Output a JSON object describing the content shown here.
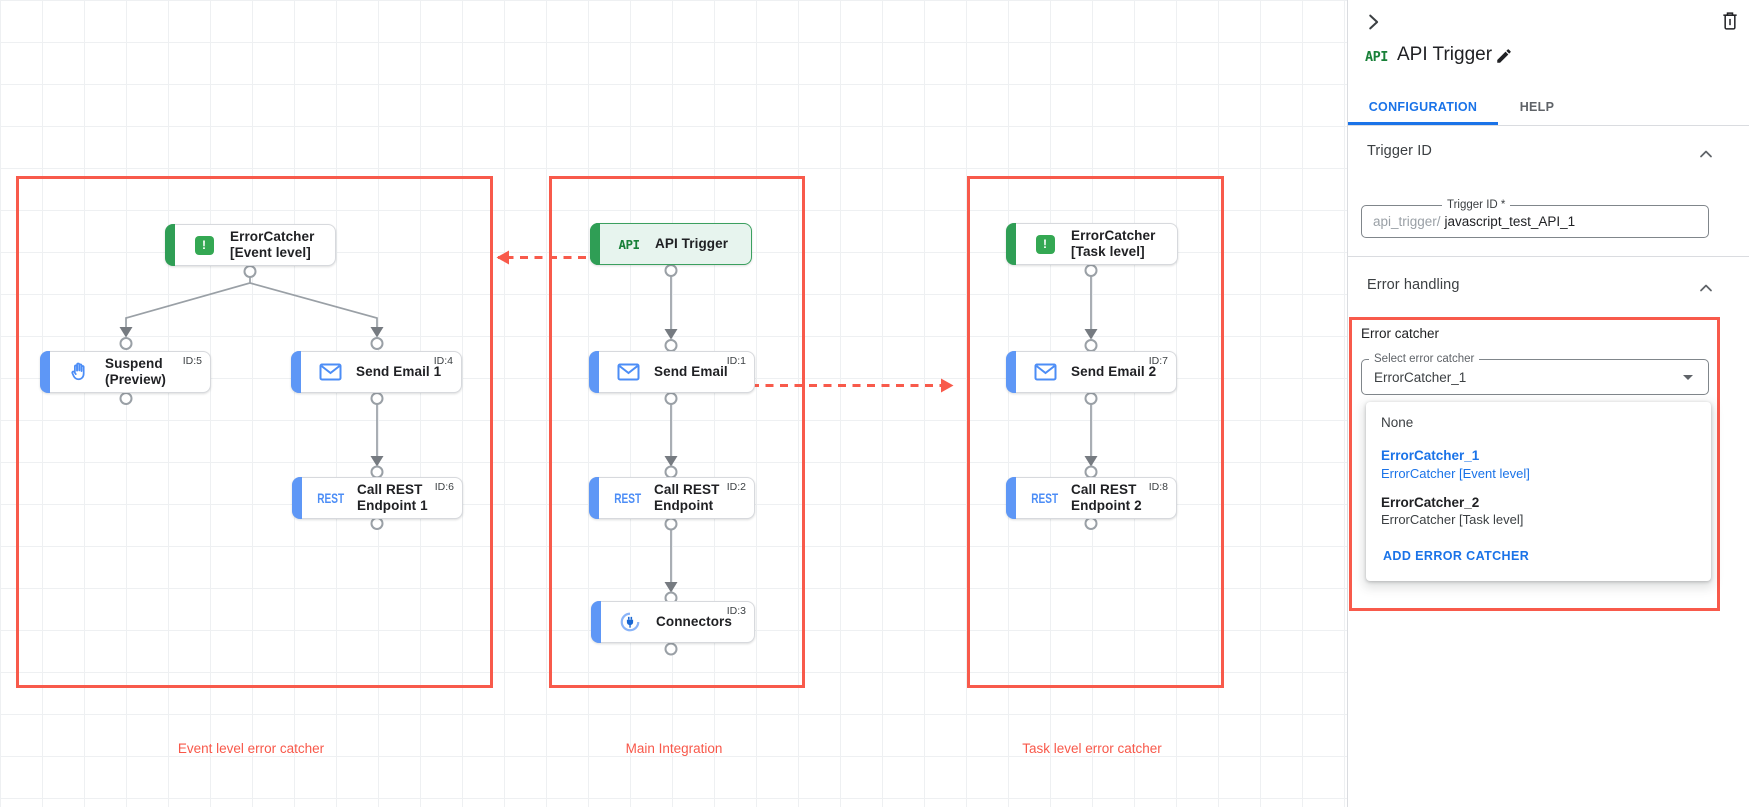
{
  "canvas": {
    "groups": [
      {
        "label": "Event level error catcher"
      },
      {
        "label": "Main Integration"
      },
      {
        "label": "Task level error catcher"
      }
    ],
    "nodes": [
      {
        "title": "ErrorCatcher",
        "subtitle": "[Event level]"
      },
      {
        "title": "Suspend",
        "subtitle": "(Preview)",
        "task_id": "ID:5"
      },
      {
        "title": "Send Email 1",
        "task_id": "ID:4"
      },
      {
        "title": "Call REST",
        "subtitle": "Endpoint 1",
        "task_id": "ID:6"
      },
      {
        "title": "API Trigger"
      },
      {
        "title": "Send Email",
        "task_id": "ID:1"
      },
      {
        "title": "Call REST",
        "subtitle": "Endpoint",
        "task_id": "ID:2"
      },
      {
        "title": "Connectors",
        "task_id": "ID:3"
      },
      {
        "title": "ErrorCatcher",
        "subtitle": "[Task level]"
      },
      {
        "title": "Send Email 2",
        "task_id": "ID:7"
      },
      {
        "title": "Call REST",
        "subtitle": "Endpoint 2",
        "task_id": "ID:8"
      }
    ]
  },
  "icons": {
    "api": "API",
    "rest": "REST",
    "error_glyph": "!"
  },
  "panel": {
    "title": "API Trigger",
    "title_icon": "API",
    "tabs": [
      {
        "label": "CONFIGURATION"
      },
      {
        "label": "HELP"
      }
    ],
    "trigger_id": {
      "heading": "Trigger ID",
      "field_label": "Trigger ID *",
      "prefix": "api_trigger/",
      "value": "javascript_test_API_1"
    },
    "error_handling": {
      "heading": "Error handling",
      "group_label": "Error catcher",
      "select_label": "Select error catcher",
      "select_value": "ErrorCatcher_1",
      "menu": {
        "none_label": "None",
        "options": [
          {
            "name": "ErrorCatcher_1",
            "desc": "ErrorCatcher [Event level]"
          },
          {
            "name": "ErrorCatcher_2",
            "desc": "ErrorCatcher [Task level]"
          }
        ],
        "add_label": "ADD ERROR CATCHER"
      }
    }
  },
  "colors": {
    "highlight_red": "#f85a4b",
    "dot_red": "#c5221f",
    "accent_blue": "#5e97f6",
    "accent_green": "#34a853",
    "link_blue": "#1a73e8"
  }
}
